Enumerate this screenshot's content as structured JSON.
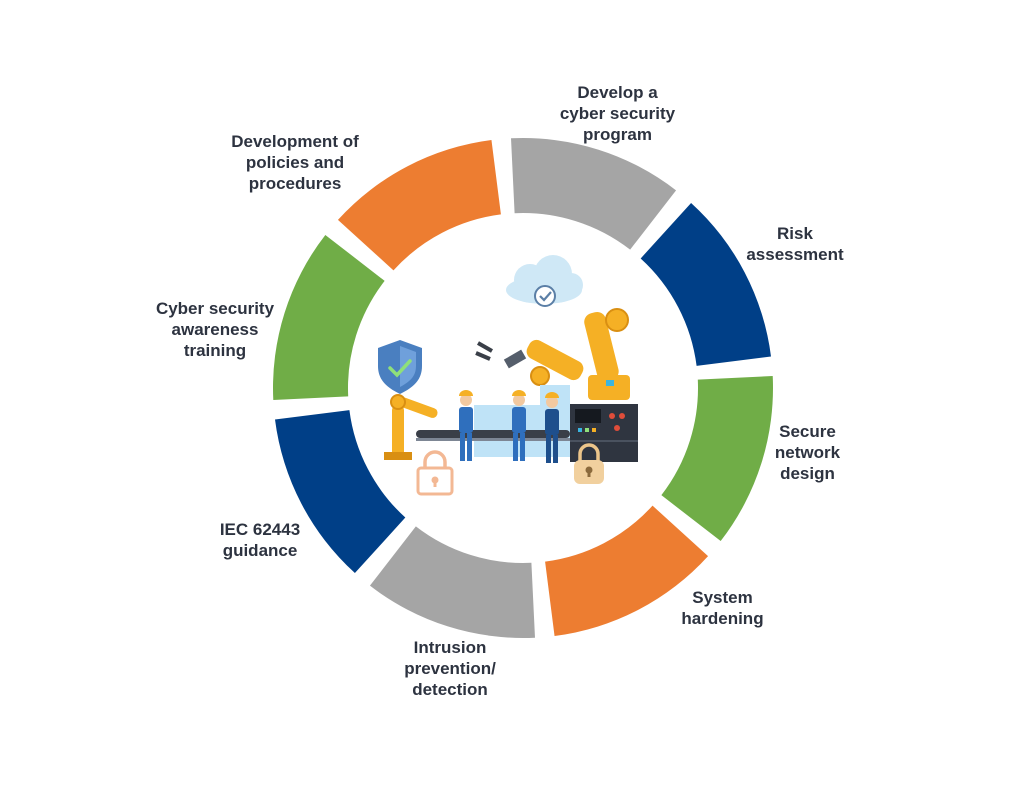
{
  "colors": {
    "orange": "#ED7D31",
    "gray": "#A5A5A5",
    "navy": "#003F87",
    "green": "#70AD47",
    "text": "#2D3340"
  },
  "segments": [
    {
      "name": "segment-develop-program",
      "color": "gray",
      "label": [
        "Develop a",
        "cyber security",
        "program"
      ]
    },
    {
      "name": "segment-risk-assessment",
      "color": "navy",
      "label": [
        "Risk",
        "assessment"
      ]
    },
    {
      "name": "segment-secure-network-design",
      "color": "green",
      "label": [
        "Secure",
        "network",
        "design"
      ]
    },
    {
      "name": "segment-system-hardening",
      "color": "orange",
      "label": [
        "System",
        "hardening"
      ]
    },
    {
      "name": "segment-intrusion-prevention",
      "color": "gray",
      "label": [
        "Intrusion",
        "prevention/",
        "detection"
      ]
    },
    {
      "name": "segment-iec-62443",
      "color": "navy",
      "label": [
        "IEC 62443",
        "guidance"
      ]
    },
    {
      "name": "segment-awareness-training",
      "color": "green",
      "label": [
        "Cyber security",
        "awareness",
        "training"
      ]
    },
    {
      "name": "segment-policies-procedures",
      "color": "orange",
      "label": [
        "Development of",
        "policies and",
        "procedures"
      ]
    }
  ],
  "center_icons": [
    "cloud-check-icon",
    "shield-check-icon",
    "robot-arm-icon",
    "worker-icon",
    "conveyor-belt-icon",
    "control-cabinet-icon",
    "padlock-icon"
  ]
}
